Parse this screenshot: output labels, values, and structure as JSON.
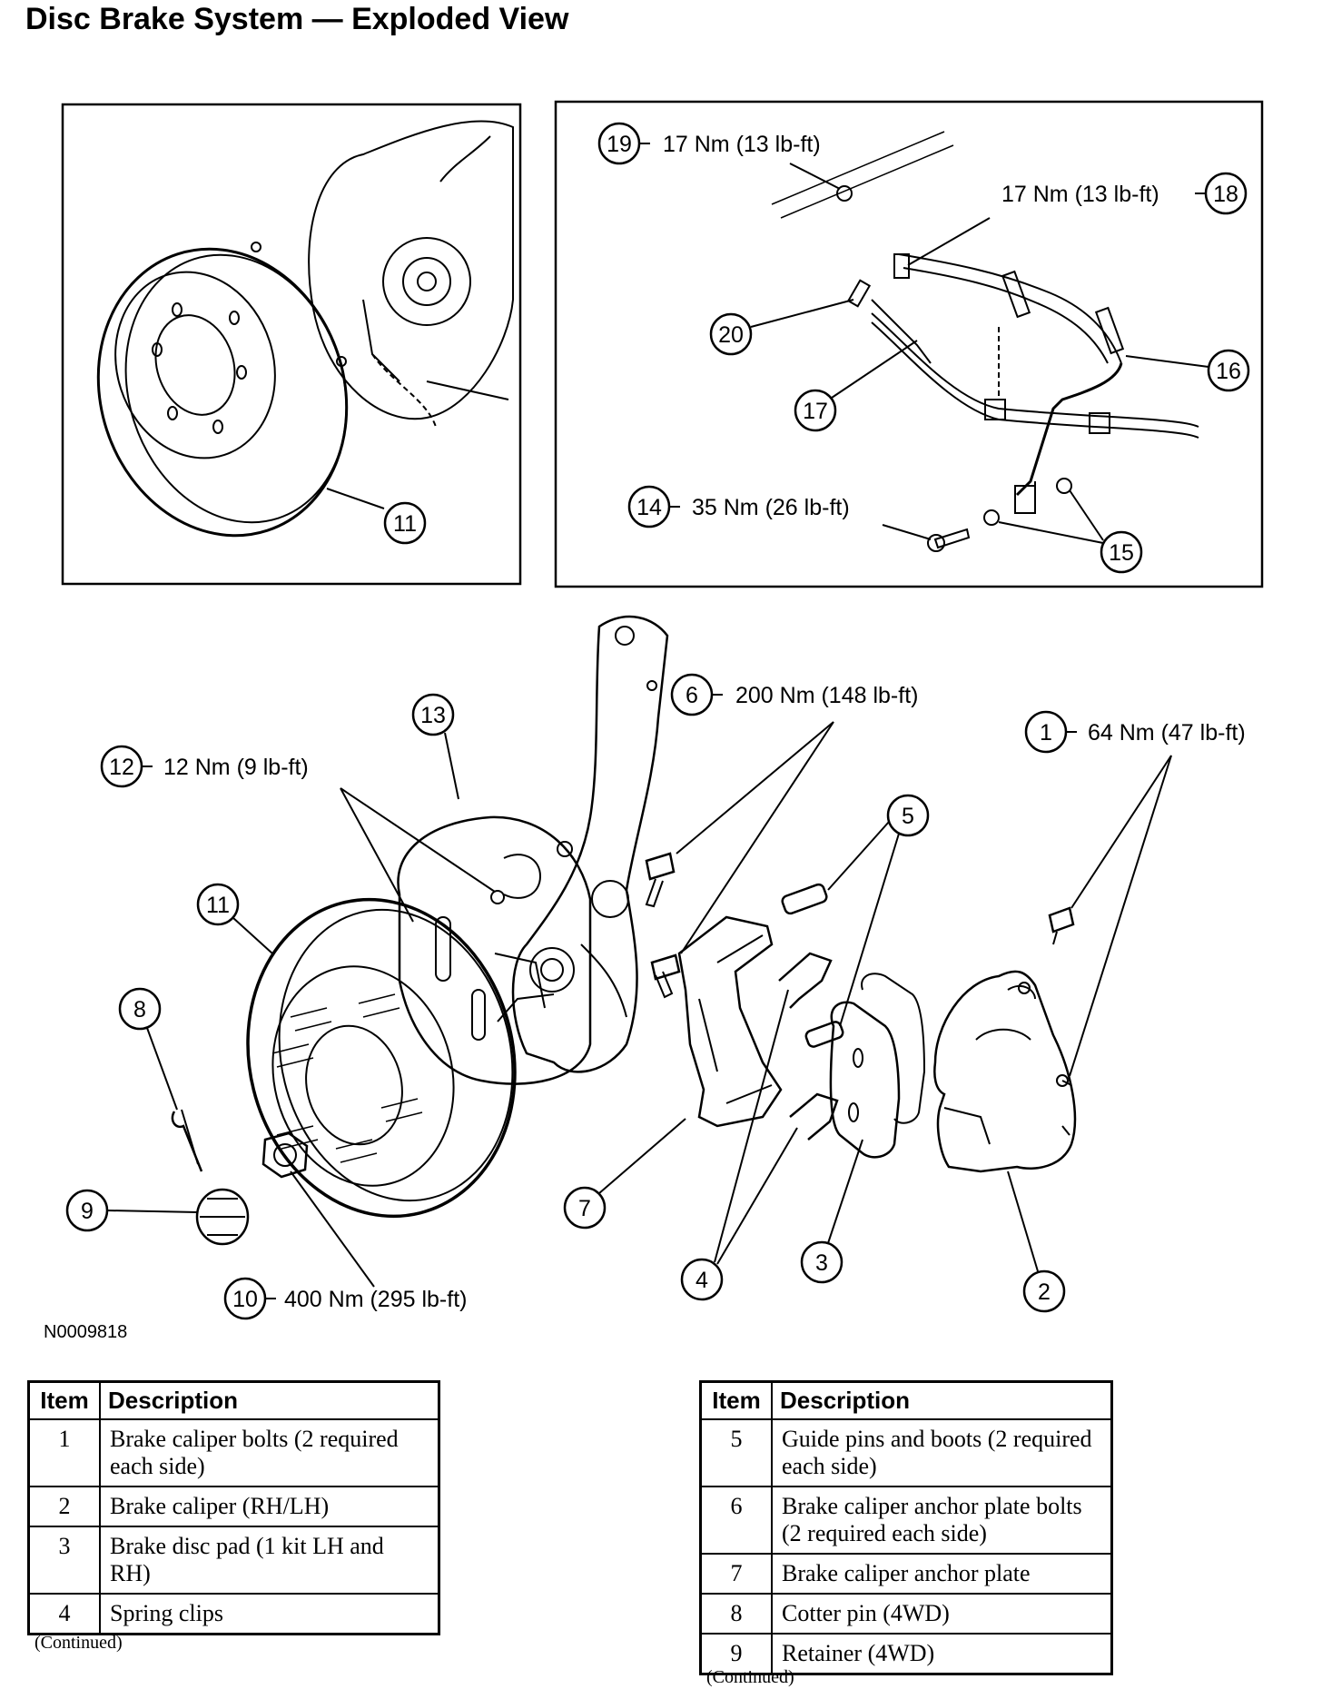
{
  "title": "Disc Brake System — Exploded View",
  "figure_id": "N0009818",
  "callouts": [
    {
      "num": "19",
      "torque": "17 Nm (13 lb-ft)"
    },
    {
      "num": "18",
      "torque": "17 Nm (13 lb-ft)"
    },
    {
      "num": "20",
      "torque": ""
    },
    {
      "num": "16",
      "torque": ""
    },
    {
      "num": "17",
      "torque": ""
    },
    {
      "num": "14",
      "torque": "35 Nm (26 lb-ft)"
    },
    {
      "num": "15",
      "torque": ""
    },
    {
      "num": "11",
      "torque": ""
    },
    {
      "num": "6",
      "torque": "200 Nm (148 lb-ft)"
    },
    {
      "num": "1",
      "torque": "64 Nm (47 lb-ft)"
    },
    {
      "num": "13",
      "torque": ""
    },
    {
      "num": "12",
      "torque": "12 Nm (9 lb-ft)"
    },
    {
      "num": "5",
      "torque": ""
    },
    {
      "num": "11",
      "torque": ""
    },
    {
      "num": "8",
      "torque": ""
    },
    {
      "num": "9",
      "torque": ""
    },
    {
      "num": "7",
      "torque": ""
    },
    {
      "num": "4",
      "torque": ""
    },
    {
      "num": "3",
      "torque": ""
    },
    {
      "num": "2",
      "torque": ""
    },
    {
      "num": "10",
      "torque": "400 Nm (295 lb-ft)"
    }
  ],
  "tables": [
    {
      "headers": [
        "Item",
        "Description"
      ],
      "rows": [
        {
          "item": "1",
          "description": "Brake caliper bolts (2 required each side)"
        },
        {
          "item": "2",
          "description": "Brake caliper (RH/LH)"
        },
        {
          "item": "3",
          "description": "Brake disc pad (1 kit LH and RH)"
        },
        {
          "item": "4",
          "description": "Spring clips"
        }
      ],
      "footnote": "(Continued)"
    },
    {
      "headers": [
        "Item",
        "Description"
      ],
      "rows": [
        {
          "item": "5",
          "description": "Guide pins and boots (2 required each side)"
        },
        {
          "item": "6",
          "description": "Brake caliper anchor plate bolts (2 required each side)"
        },
        {
          "item": "7",
          "description": "Brake caliper anchor plate"
        },
        {
          "item": "8",
          "description": "Cotter pin (4WD)"
        },
        {
          "item": "9",
          "description": "Retainer (4WD)"
        }
      ],
      "footnote": "(Continued)"
    }
  ]
}
